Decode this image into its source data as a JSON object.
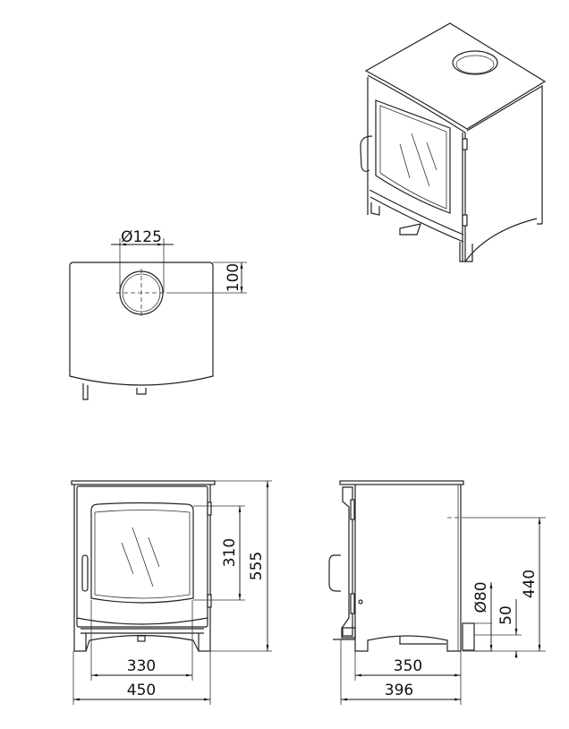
{
  "drawing": {
    "title": "Wood stove dimension drawing",
    "units": "mm",
    "views": [
      "isometric",
      "top",
      "front",
      "side"
    ],
    "top_view": {
      "flue_diameter": "Ø125",
      "flue_offset": "100"
    },
    "front_view": {
      "height": "555",
      "glass_height": "310",
      "glass_width": "330",
      "width": "450"
    },
    "side_view": {
      "outlet_height": "440",
      "outlet_diameter": "Ø80",
      "outlet_offset": "50",
      "body_depth": "350",
      "overall_depth": "396"
    }
  }
}
